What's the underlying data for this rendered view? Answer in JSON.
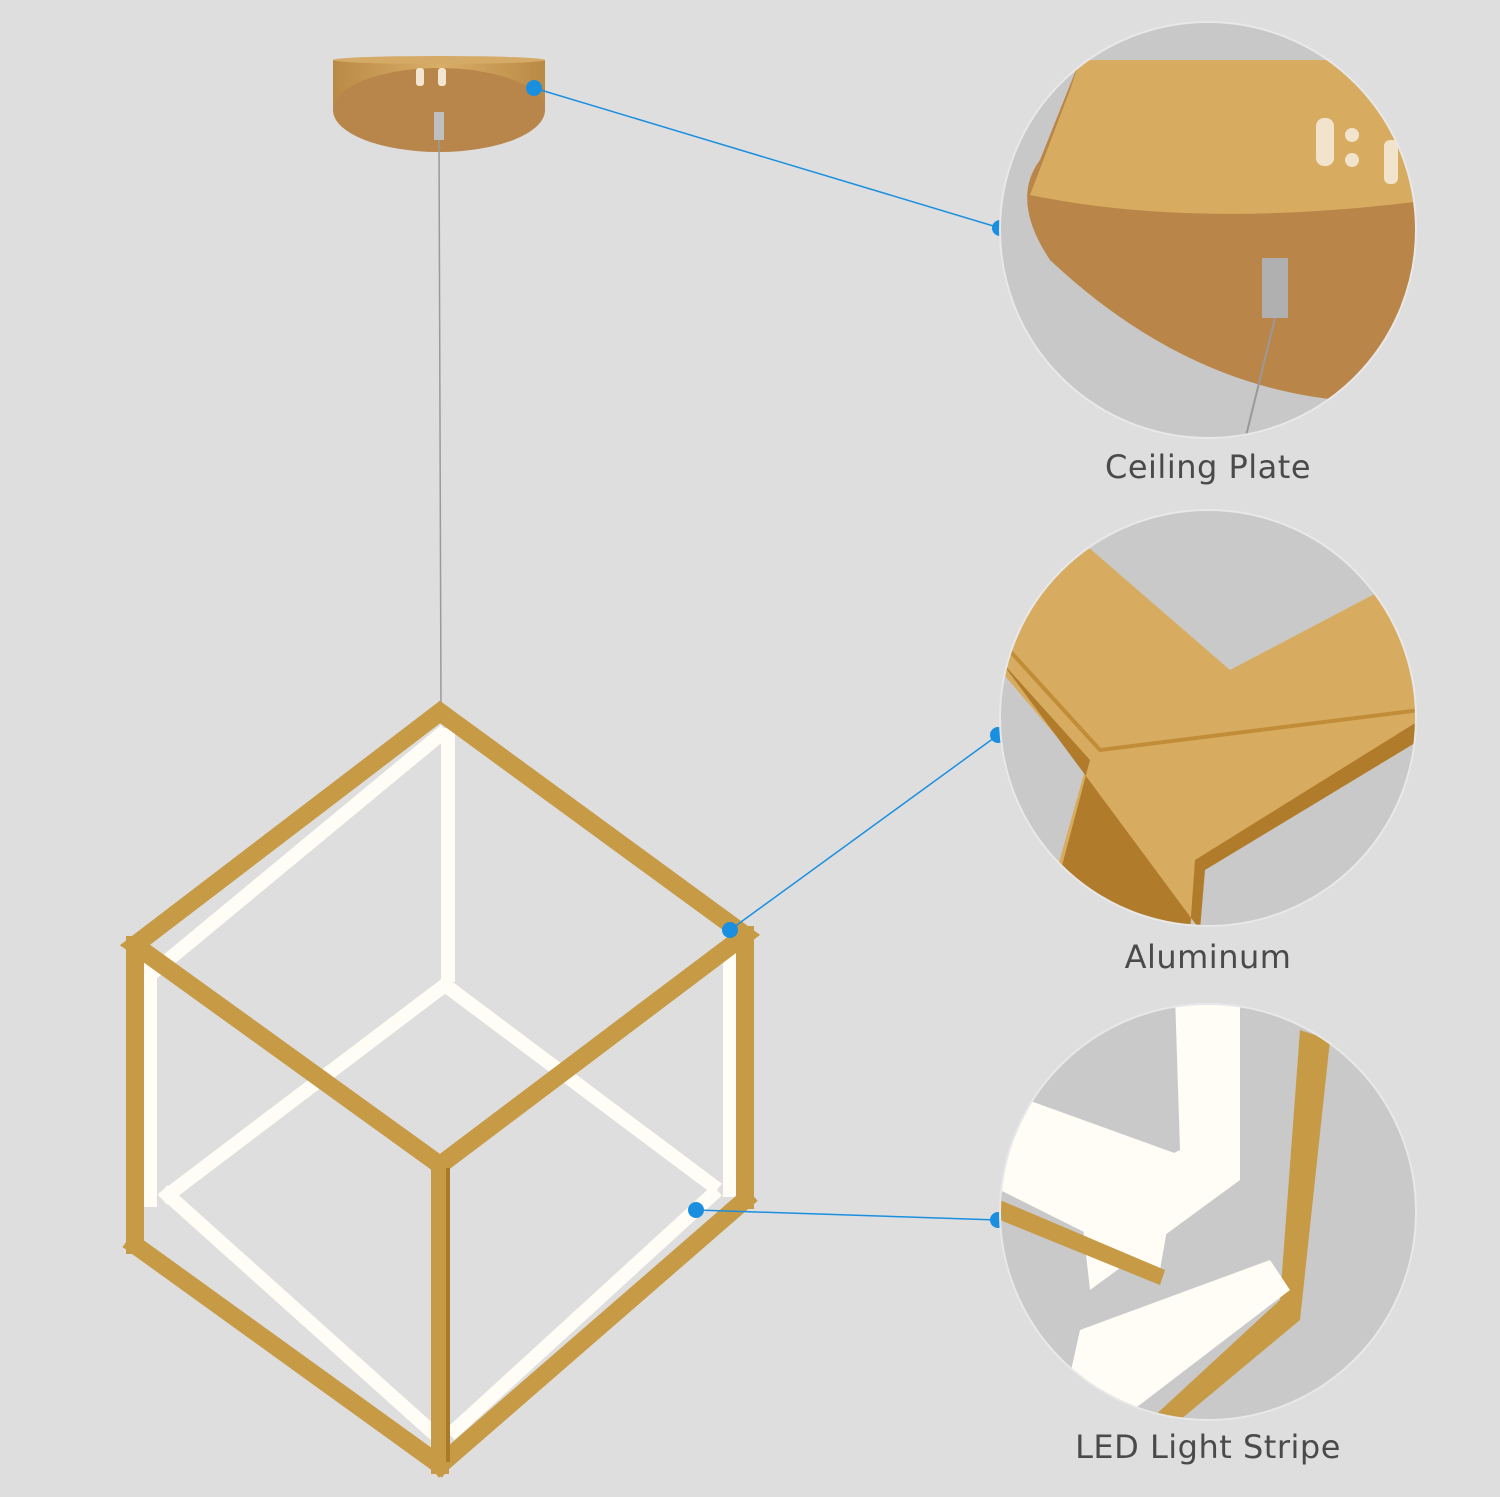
{
  "callouts": [
    {
      "label": "Ceiling Plate"
    },
    {
      "label": "Aluminum"
    },
    {
      "label": "LED Light Stripe"
    }
  ],
  "colors": {
    "background": "#dedede",
    "gold": "#c79a45",
    "gold_dark": "#a87a2a",
    "accent_dot": "#1a8fe0",
    "lit": "#fffdf6"
  }
}
